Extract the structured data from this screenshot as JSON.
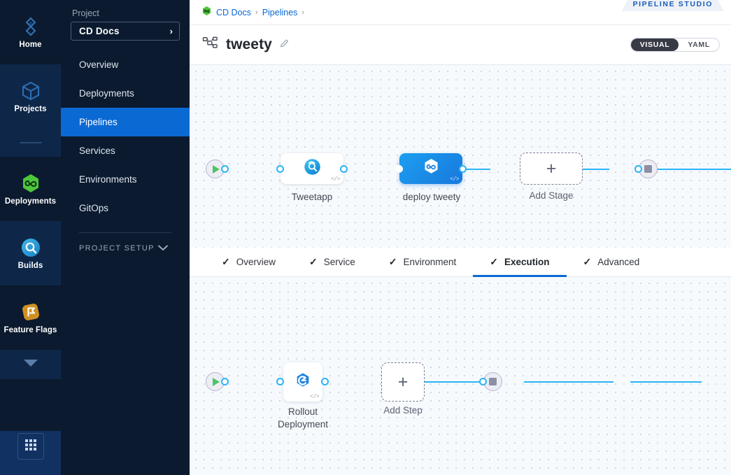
{
  "rail": {
    "items": [
      {
        "label": "Home",
        "icon": "home-diamond-icon"
      },
      {
        "label": "Projects",
        "icon": "cube-icon"
      },
      {
        "label": "Deployments",
        "icon": "deployments-hex-infinity-icon"
      },
      {
        "label": "Builds",
        "icon": "builds-magnifier-icon"
      },
      {
        "label": "Feature Flags",
        "icon": "feature-flag-icon"
      }
    ],
    "more_icon": "chevron-down-icon",
    "grid_icon": "app-grid-icon"
  },
  "sidebar": {
    "project_label": "Project",
    "project_name": "CD Docs",
    "project_chevron": "›",
    "items": [
      {
        "label": "Overview",
        "active": false
      },
      {
        "label": "Deployments",
        "active": false
      },
      {
        "label": "Pipelines",
        "active": true
      },
      {
        "label": "Services",
        "active": false
      },
      {
        "label": "Environments",
        "active": false
      },
      {
        "label": "GitOps",
        "active": false
      }
    ],
    "setup_label": "PROJECT SETUP",
    "setup_chevron": "chevron-down-icon"
  },
  "header": {
    "breadcrumbs": [
      {
        "label": "CD Docs"
      },
      {
        "label": "Pipelines"
      }
    ],
    "separator": "›",
    "project_icon": "green-hex-infinity-icon",
    "studio_badge": "PIPELINE STUDIO",
    "pipeline_icon": "pipeline-tree-icon",
    "pipeline_title": "tweety",
    "edit_icon": "pencil-icon",
    "view_toggle": {
      "visual": "VISUAL",
      "yaml": "YAML",
      "selected": "VISUAL"
    }
  },
  "tabs": [
    {
      "label": "Overview",
      "checked": true,
      "active": false
    },
    {
      "label": "Service",
      "checked": true,
      "active": false
    },
    {
      "label": "Environment",
      "checked": true,
      "active": false
    },
    {
      "label": "Execution",
      "checked": true,
      "active": true
    },
    {
      "label": "Advanced",
      "checked": true,
      "active": false
    }
  ],
  "stage_canvas": {
    "start_icon": "play-icon",
    "end_icon": "stop-icon",
    "nodes": [
      {
        "caption": "Tweetapp",
        "icon": "build-magnifier-icon",
        "selected": false,
        "code_icon": "code-icon"
      },
      {
        "caption": "deploy tweety",
        "icon": "hex-infinity-icon",
        "selected": true,
        "code_icon": "code-icon"
      }
    ],
    "add_label": "Add Stage",
    "add_icon": "plus-icon"
  },
  "step_canvas": {
    "start_icon": "play-icon",
    "end_icon": "stop-icon",
    "nodes": [
      {
        "caption_line1": "Rollout",
        "caption_line2": "Deployment",
        "icon": "rollout-hex-icon",
        "code_icon": "code-icon"
      }
    ],
    "add_label": "Add Step",
    "add_icon": "plus-icon"
  },
  "colors": {
    "accent_blue": "#0b69d4",
    "edge_blue": "#2ab4f5",
    "sidebar_bg": "#0b1a2e",
    "canvas_bg": "#f7fafd",
    "green": "#4fc36a",
    "flag_orange": "#d99b27"
  }
}
